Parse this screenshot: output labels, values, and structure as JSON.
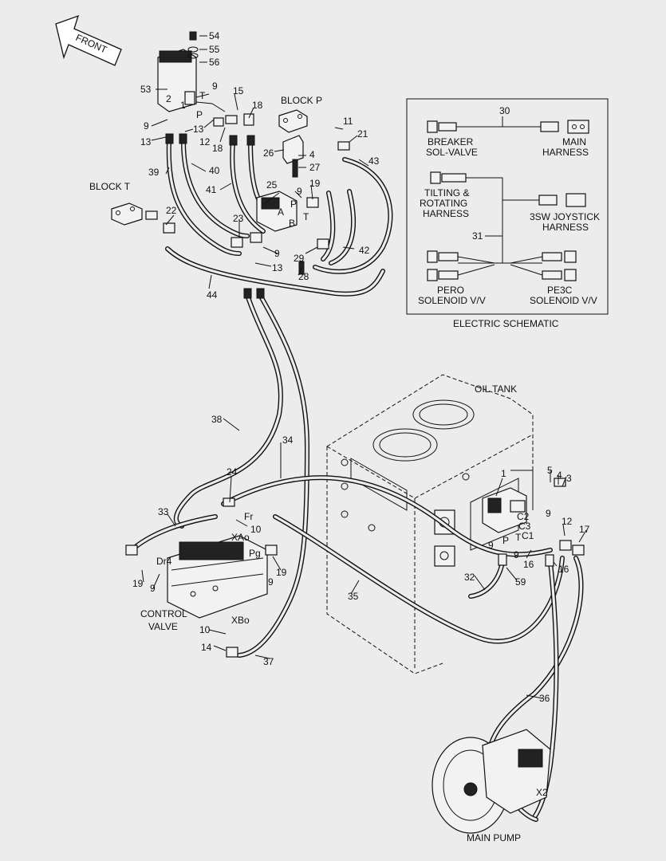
{
  "direction": {
    "label": "FRONT"
  },
  "labels": {
    "block_p": "BLOCK P",
    "block_t": "BLOCK T",
    "oil_tank": "OIL TANK",
    "control_valve_1": "CONTROL",
    "control_valve_2": "VALVE",
    "main_pump": "MAIN PUMP"
  },
  "ports": {
    "a": "A",
    "b": "B",
    "p_block": "P",
    "t_block": "T",
    "p_pilot": "P",
    "t_pilot": "T",
    "n1": "1",
    "n2": "2",
    "fr": "Fr",
    "xao": "XAo",
    "pg": "Pg",
    "dr4": "Dr4",
    "xbo": "XBo",
    "c2": "C2",
    "c3": "C3",
    "c1": "C1",
    "p_sol": "P",
    "t_sol": "T",
    "x2": "X2"
  },
  "callouts": {
    "c54": "54",
    "c55": "55",
    "c56": "56",
    "c53": "53",
    "c9a": "9",
    "c15": "15",
    "c18a": "18",
    "c9b": "9",
    "c13a": "13",
    "c13b": "13",
    "c12": "12",
    "c18b": "18",
    "c11": "11",
    "c21": "21",
    "c26": "26",
    "c4a": "4",
    "c27": "27",
    "c43": "43",
    "c39": "39",
    "c40": "40",
    "c41": "41",
    "c25": "25",
    "c9c": "9",
    "c19a": "19",
    "c22": "22",
    "c23": "23",
    "c9d": "9",
    "c29": "29",
    "c42": "42",
    "c13c": "13",
    "c28": "28",
    "c44": "44",
    "c38": "38",
    "c34": "34",
    "c24": "24",
    "c33": "33",
    "c10a": "10",
    "c19b": "19",
    "c9e": "9",
    "c19c": "19",
    "c9f": "9",
    "c10b": "10",
    "c14": "14",
    "c37": "37",
    "c35": "35",
    "c32": "32",
    "c59": "59",
    "c1": "1",
    "c5": "5",
    "c4b": "4",
    "c3": "3",
    "c9g": "9",
    "c12b": "12",
    "c17": "17",
    "c9h": "9",
    "c9i": "9",
    "c16a": "16",
    "c16b": "16",
    "c36": "36"
  },
  "schematic": {
    "title": "ELECTRIC SCHEMATIC",
    "wire_30": "30",
    "wire_31": "31",
    "breaker_1": "BREAKER",
    "breaker_2": "SOL-VALVE",
    "main_1": "MAIN",
    "main_2": "HARNESS",
    "tilt_1": "TILTING &",
    "tilt_2": "ROTATING",
    "tilt_3": "HARNESS",
    "joy_1": "3SW JOYSTICK",
    "joy_2": "HARNESS",
    "pero_1": "PERO",
    "pero_2": "SOLENOID V/V",
    "pe3c_1": "PE3C",
    "pe3c_2": "SOLENOID V/V"
  }
}
